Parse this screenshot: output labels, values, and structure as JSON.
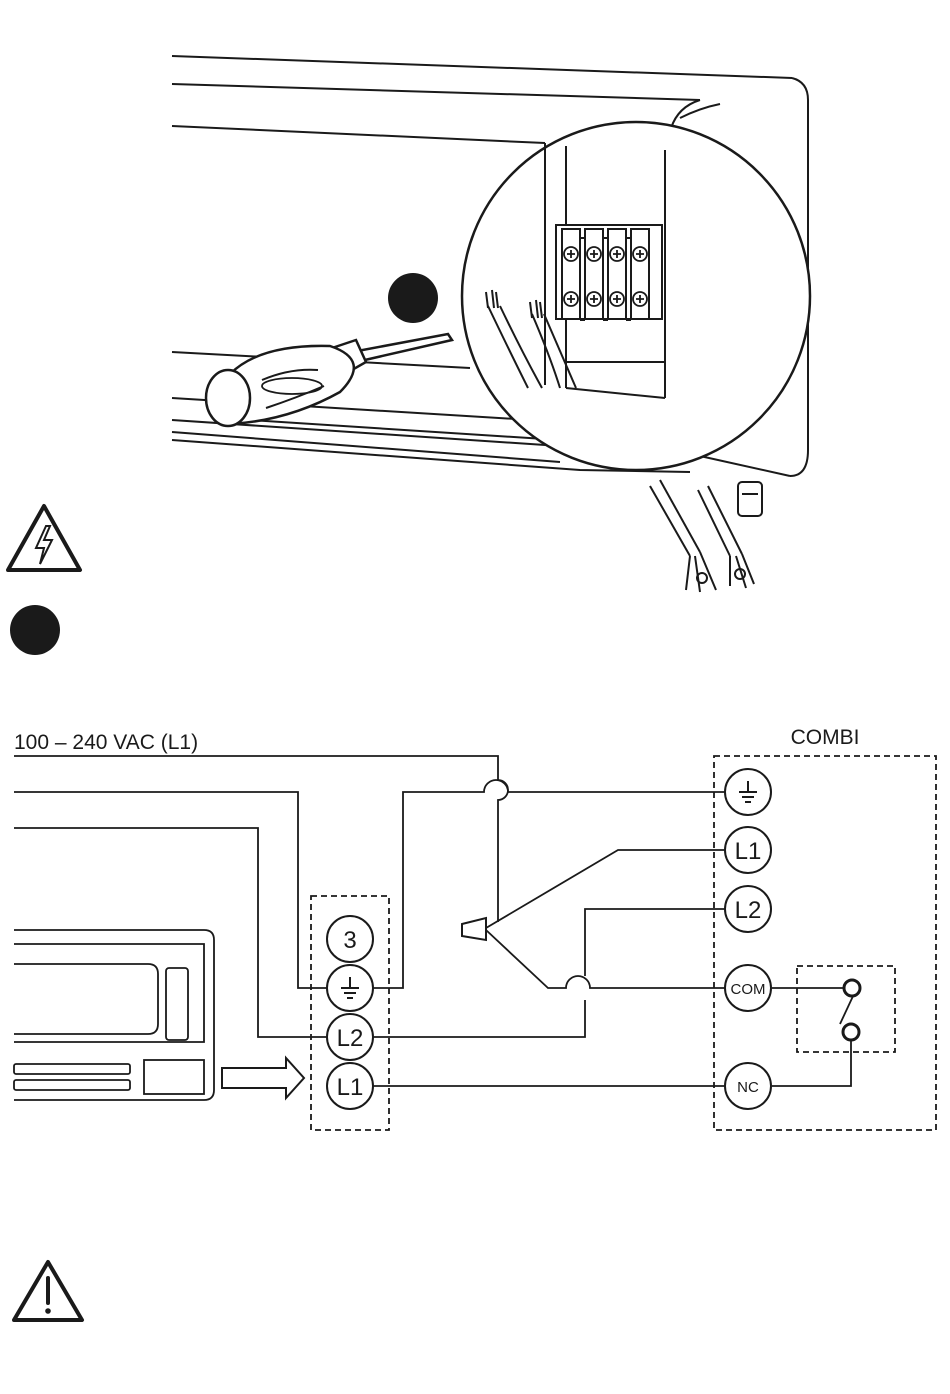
{
  "supply_label": "100 – 240 VAC (L1)",
  "combi": {
    "title": "COMBI",
    "terminals": [
      "L1",
      "L2",
      "COM",
      "NC"
    ]
  },
  "thermostat": {
    "terminals": [
      "3",
      "L2",
      "L1"
    ]
  },
  "icons": [
    "electric-hazard-icon",
    "black-dot-icon",
    "warning-icon",
    "screwdriver-icon",
    "earth-symbol-icon"
  ],
  "colors": {
    "line": "#1a1a1a",
    "background": "#ffffff"
  }
}
